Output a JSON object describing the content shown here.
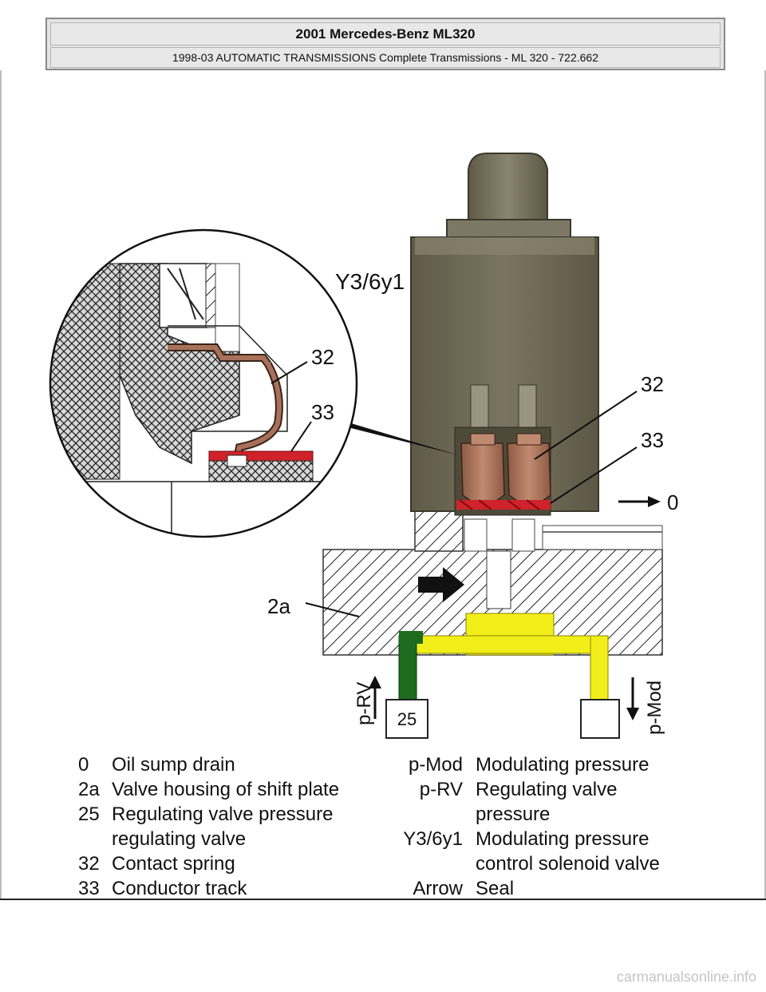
{
  "header": {
    "title": "2001 Mercedes-Benz ML320",
    "subtitle": "1998-03 AUTOMATIC TRANSMISSIONS Complete Transmissions - ML 320 - 722.662"
  },
  "callouts": {
    "y3_6y1": "Y3/6y1",
    "inset_32": "32",
    "inset_33": "33",
    "main_32": "32",
    "main_33": "33",
    "oil_drain": "0",
    "housing": "2a",
    "p_rv": "p-RV",
    "p_mod": "p-Mod",
    "box_25": "25"
  },
  "legend_left": [
    {
      "code": "0",
      "text": "Oil sump drain"
    },
    {
      "code": "2a",
      "text": "Valve housing of shift plate"
    },
    {
      "code": "25",
      "text": "Regulating valve pressure"
    },
    {
      "code": "",
      "text": "regulating valve"
    },
    {
      "code": "32",
      "text": "Contact spring"
    },
    {
      "code": "33",
      "text": "Conductor track"
    }
  ],
  "legend_right": [
    {
      "code": "p-Mod",
      "text": "Modulating pressure"
    },
    {
      "code": "p-RV",
      "text": "Regulating valve"
    },
    {
      "code": "",
      "text": "pressure"
    },
    {
      "code": "Y3/6y1",
      "text": "Modulating pressure"
    },
    {
      "code": "",
      "text": "control solenoid valve"
    },
    {
      "code": "Arrow",
      "text": "Seal"
    }
  ],
  "watermark": "carmanualsonline.info",
  "colors": {
    "solenoid_body": "#6f6a55",
    "spring": "#a9705a",
    "conductor": "#d0222a",
    "mod_pressure": "#f2ee1a",
    "rv_pressure": "#1d6b1d"
  }
}
